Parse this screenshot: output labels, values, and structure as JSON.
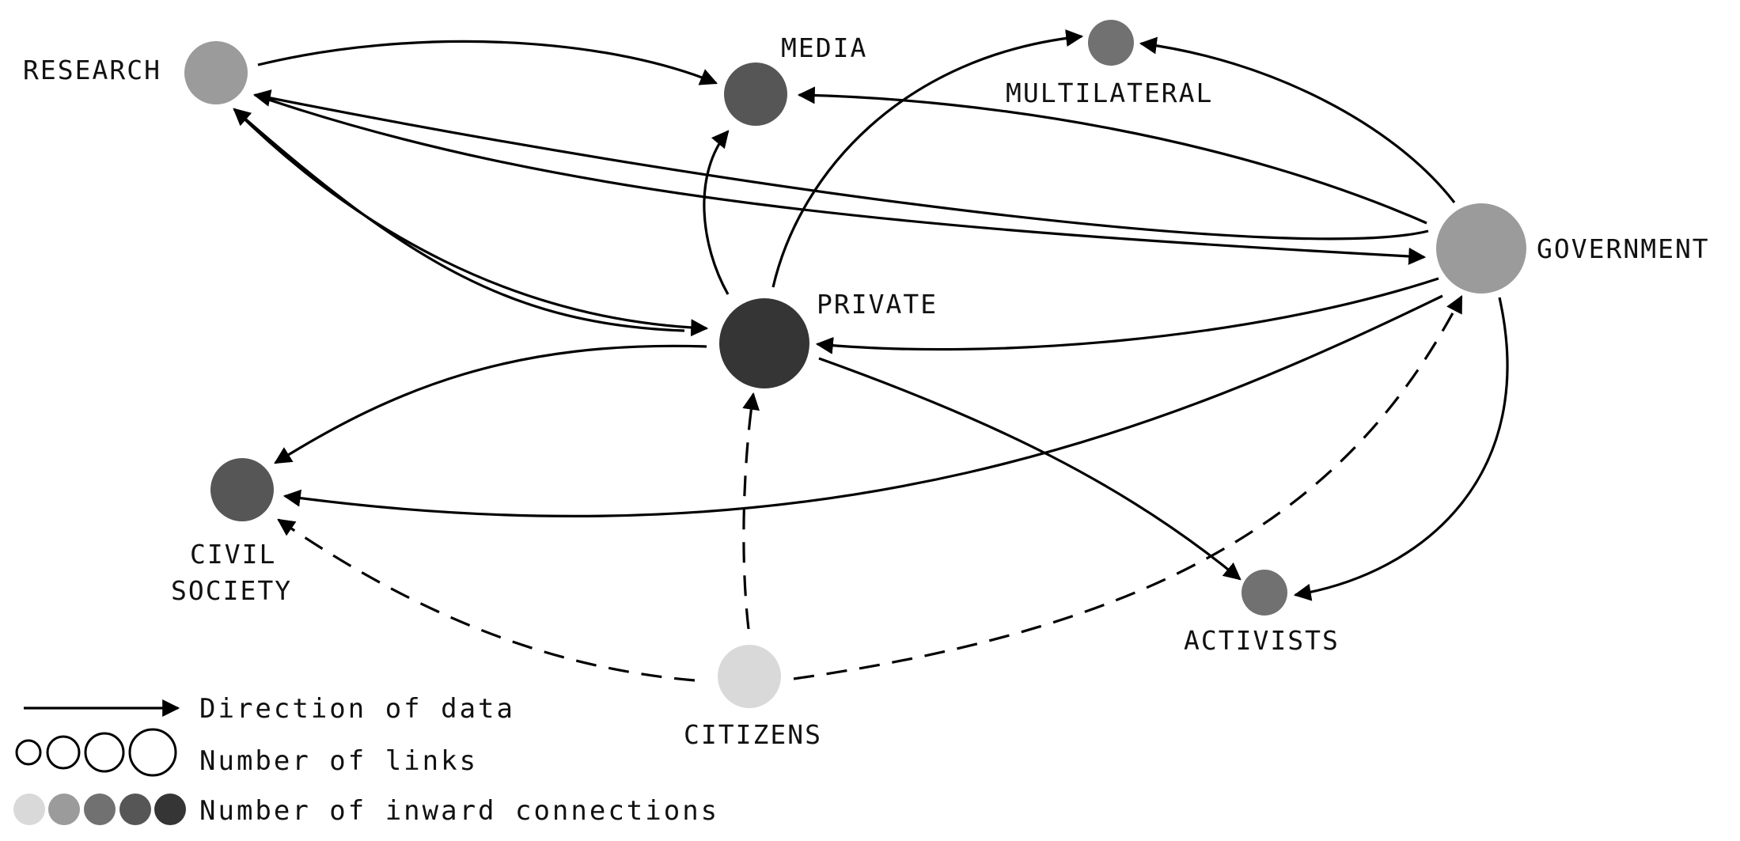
{
  "nodes": {
    "research": {
      "label": "RESEARCH",
      "color": "#9b9b9b"
    },
    "media": {
      "label": "MEDIA",
      "color": "#565656"
    },
    "multilateral": {
      "label": "MULTILATERAL",
      "color": "#717171"
    },
    "government": {
      "label": "GOVERNMENT",
      "color": "#9b9b9b"
    },
    "private": {
      "label": "PRIVATE",
      "color": "#353535"
    },
    "civil_society": {
      "label_line1": "CIVIL",
      "label_line2": "SOCIETY",
      "color": "#565656"
    },
    "activists": {
      "label": "ACTIVISTS",
      "color": "#717171"
    },
    "citizens": {
      "label": "CITIZENS",
      "color": "#d9d9d9"
    }
  },
  "edges": [
    {
      "from": "research",
      "to": "media",
      "style": "solid"
    },
    {
      "from": "government",
      "to": "research",
      "style": "solid"
    },
    {
      "from": "research",
      "to": "government",
      "style": "solid"
    },
    {
      "from": "private",
      "to": "research",
      "style": "solid"
    },
    {
      "from": "research",
      "to": "private",
      "style": "solid"
    },
    {
      "from": "private",
      "to": "media",
      "style": "solid"
    },
    {
      "from": "private",
      "to": "multilateral",
      "style": "solid"
    },
    {
      "from": "government",
      "to": "media",
      "style": "solid"
    },
    {
      "from": "government",
      "to": "multilateral",
      "style": "solid"
    },
    {
      "from": "government",
      "to": "private",
      "style": "solid"
    },
    {
      "from": "private",
      "to": "civil_society",
      "style": "solid"
    },
    {
      "from": "government",
      "to": "civil_society",
      "style": "solid"
    },
    {
      "from": "private",
      "to": "activists",
      "style": "solid"
    },
    {
      "from": "government",
      "to": "activists",
      "style": "solid"
    },
    {
      "from": "citizens",
      "to": "civil_society",
      "style": "dashed"
    },
    {
      "from": "citizens",
      "to": "private",
      "style": "dashed"
    },
    {
      "from": "citizens",
      "to": "government",
      "style": "dashed"
    }
  ],
  "legend": {
    "direction_label": "Direction of data",
    "links_label": "Number of links",
    "inward_label": "Number of inward connections",
    "shade_colors": [
      "#d9d9d9",
      "#9b9b9b",
      "#717171",
      "#565656",
      "#353535"
    ]
  }
}
